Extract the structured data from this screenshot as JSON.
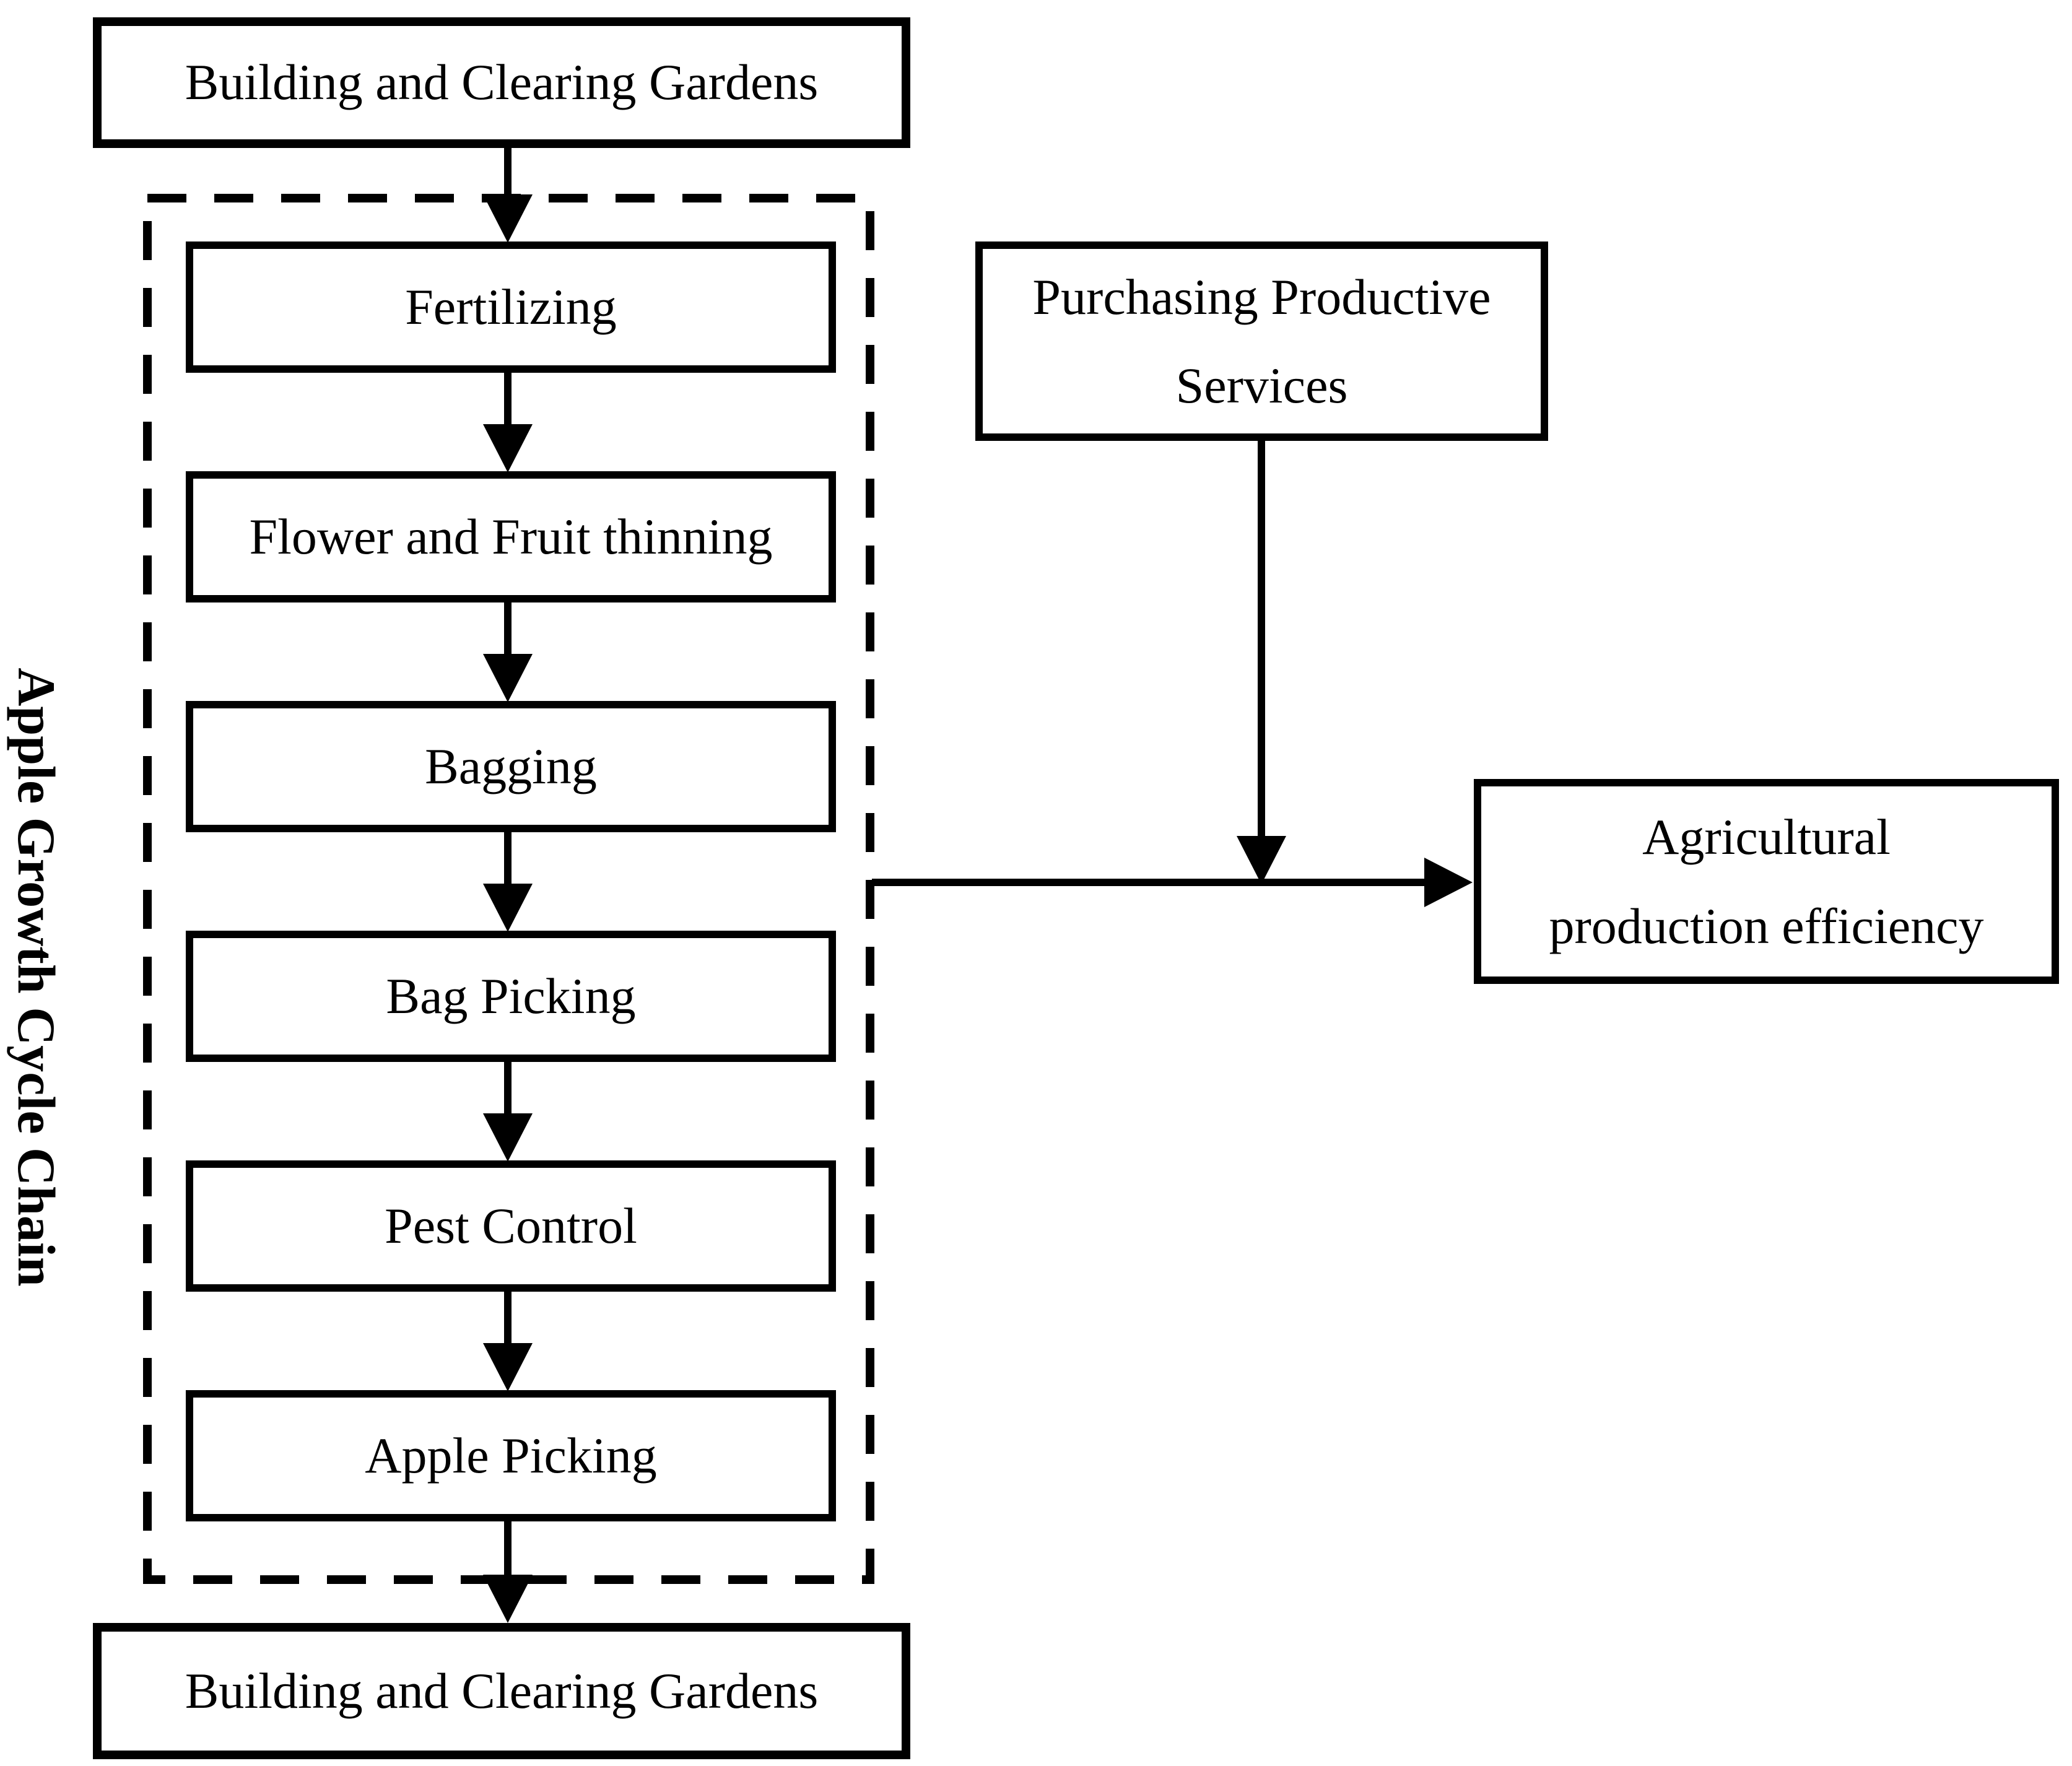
{
  "figure": {
    "type": "flowchart",
    "background_color": "#ffffff",
    "stroke_color": "#000000",
    "side_label": "Apple Growth Cycle Chain",
    "top_box": {
      "label": "Building and Clearing Gardens"
    },
    "cycle_steps": [
      {
        "label": "Fertilizing"
      },
      {
        "label": "Flower and Fruit thinning"
      },
      {
        "label": "Bagging"
      },
      {
        "label": "Bag Picking"
      },
      {
        "label": "Pest Control"
      },
      {
        "label": "Apple Picking"
      }
    ],
    "bottom_box": {
      "label": "Building and Clearing Gardens"
    },
    "purchasing_box": {
      "line1": "Purchasing Productive",
      "line2": "Services"
    },
    "outcome_box": {
      "line1": "Agricultural",
      "line2": "production efficiency"
    }
  }
}
